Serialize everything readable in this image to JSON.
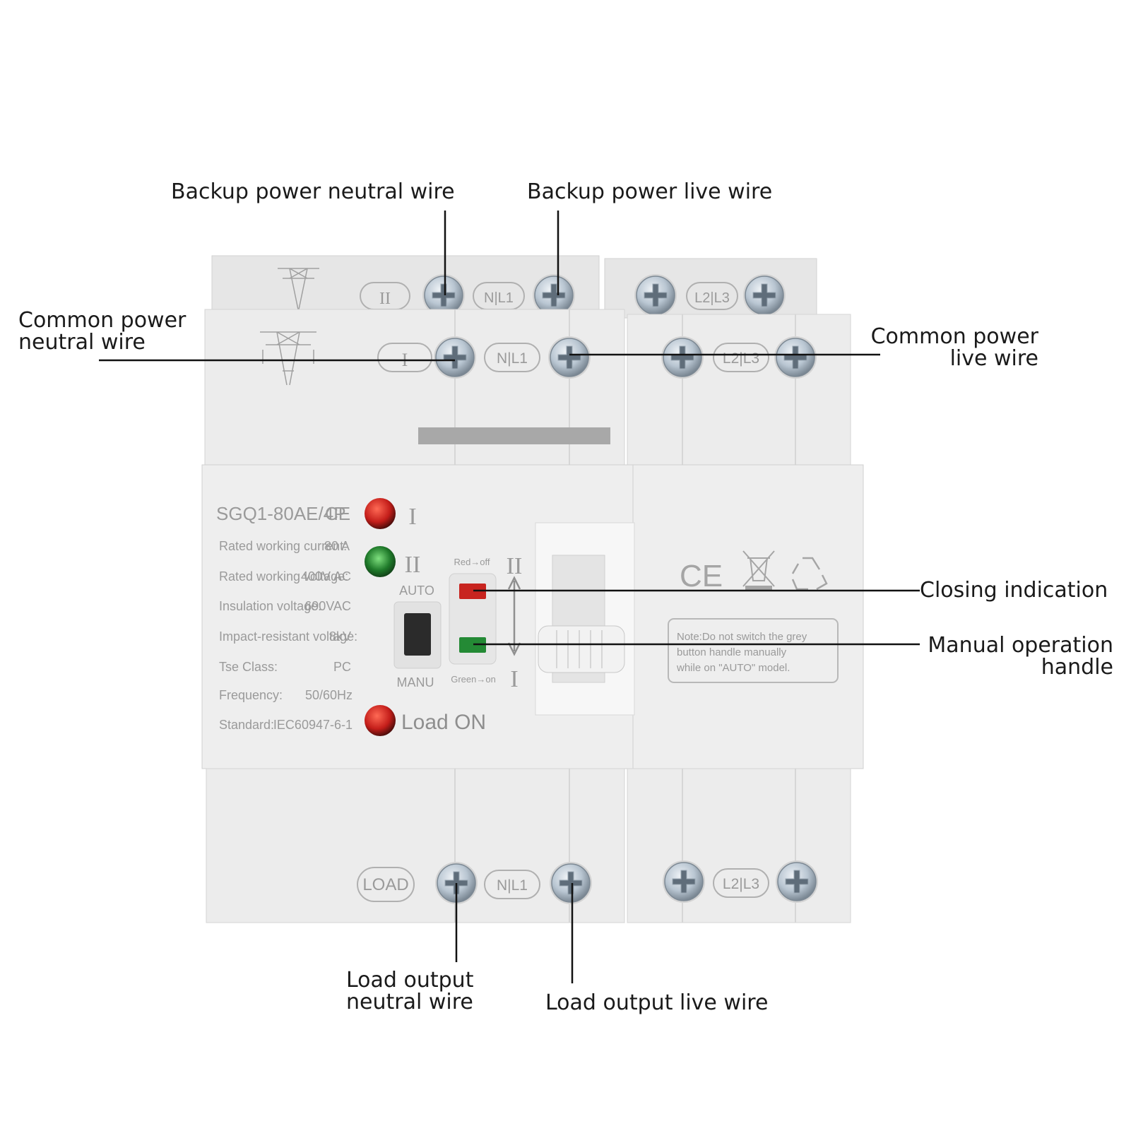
{
  "callouts": {
    "backup_neutral": "Backup power neutral wire",
    "backup_live": "Backup power live wire",
    "common_neutral_1": "Common power",
    "common_neutral_2": "neutral wire",
    "common_live_1": "Common power",
    "common_live_2": "live wire",
    "closing": "Closing indication",
    "manual_1": "Manual operation",
    "manual_2": "handle",
    "load_neutral_1": "Load output",
    "load_neutral_2": "neutral wire",
    "load_live": "Load output live wire"
  },
  "device": {
    "model": "SGQ1-80AE/4P",
    "ce_small": "CE",
    "specs": [
      {
        "label": "Rated working current:",
        "value": "80   A"
      },
      {
        "label": "Rated working voltage:",
        "value": "400V AC"
      },
      {
        "label": "Insulation voltage:",
        "value": "690VAC"
      },
      {
        "label": "Impact-resistant voltage:",
        "value": "8kV"
      },
      {
        "label": "Tse Class:",
        "value": "PC"
      },
      {
        "label": "Frequency:",
        "value": "50/60Hz"
      },
      {
        "label": "Standard:",
        "value": "IEC60947-6-1"
      }
    ],
    "indicator_I": "I",
    "indicator_II": "II",
    "load_on": "Load ON",
    "auto": "AUTO",
    "manu": "MANU",
    "red_off": "Red→off",
    "green_on": "Green→on",
    "pos_II": "II",
    "pos_I": "I",
    "note_1": "Note:Do not switch the grey",
    "note_2": "button handle manually",
    "note_3": "while on \"AUTO\" model.",
    "ce_big": "CE",
    "terminal_backup_source": "II",
    "terminal_backup_nl": "N|L1",
    "terminal_backup_l23": "L2|L3",
    "terminal_common_source": "I",
    "terminal_common_nl": "N|L1",
    "terminal_common_l23": "L2|L3",
    "terminal_load": "LOAD",
    "terminal_load_nl": "N|L1",
    "terminal_load_l23": "L2|L3"
  },
  "colors": {
    "housing": "#ececec",
    "housing_dark": "#dcdcdc",
    "print": "#9a9a9a",
    "led_red": "#d42a24",
    "led_green": "#2f9a3c",
    "screw": "#b9c6d2"
  }
}
